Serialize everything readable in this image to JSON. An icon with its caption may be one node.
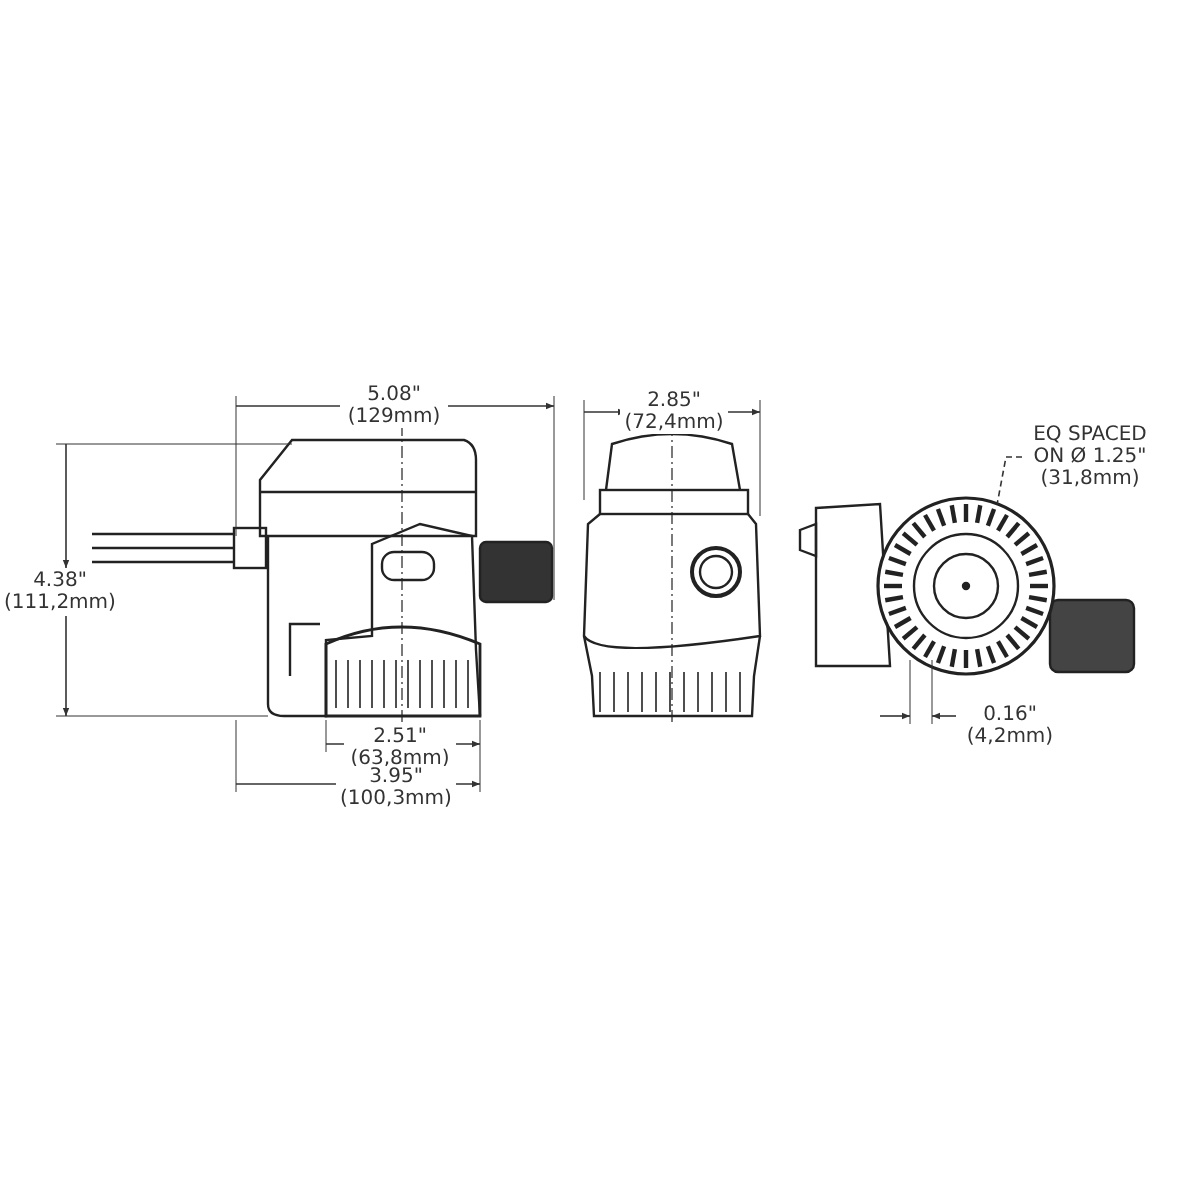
{
  "diagram": {
    "nodes": [
      {
        "text": [
          "EQ SPACED ON Ø 1.25\" (31,8mm)"
        ]
      },
      {
        "text": [],
        "shape": "circle"
      }
    ],
    "edges": [
      {
        "from": 0,
        "to": 1,
        "arrow": "none"
      }
    ],
    "labels": [
      "5.08\" (129mm)",
      "4.38\" (111,2mm)",
      "2.51\" (63,8mm)",
      "3.95\" (100,3mm)",
      "2.85\" (72,4mm)",
      "0.16\" (4,2mm)"
    ]
  }
}
